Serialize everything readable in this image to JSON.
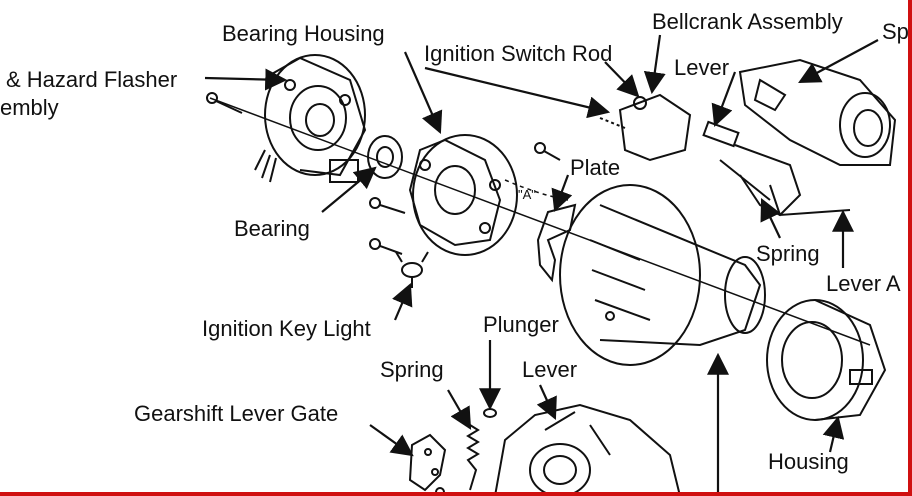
{
  "labels": {
    "bearing_housing": "Bearing Housing",
    "ignition_switch_rod": "Ignition Switch Rod",
    "bellcrank_assembly": "Bellcrank Assembly",
    "sp_partial": "Sp",
    "hazard_flasher": "& Hazard Flasher",
    "assembly_partial": "embly",
    "lever_top": "Lever",
    "plate": "Plate",
    "a_marker": "\"A\"",
    "bearing": "Bearing",
    "spring_right": "Spring",
    "lever_a_partial": "Lever A",
    "ignition_key_light": "Ignition Key Light",
    "plunger": "Plunger",
    "spring_bottom": "Spring",
    "lever_bottom": "Lever",
    "gearshift_lever_gate": "Gearshift Lever Gate",
    "housing": "Housing"
  },
  "colors": {
    "ink": "#111111",
    "frame": "#d01010",
    "background": "#ffffff"
  }
}
